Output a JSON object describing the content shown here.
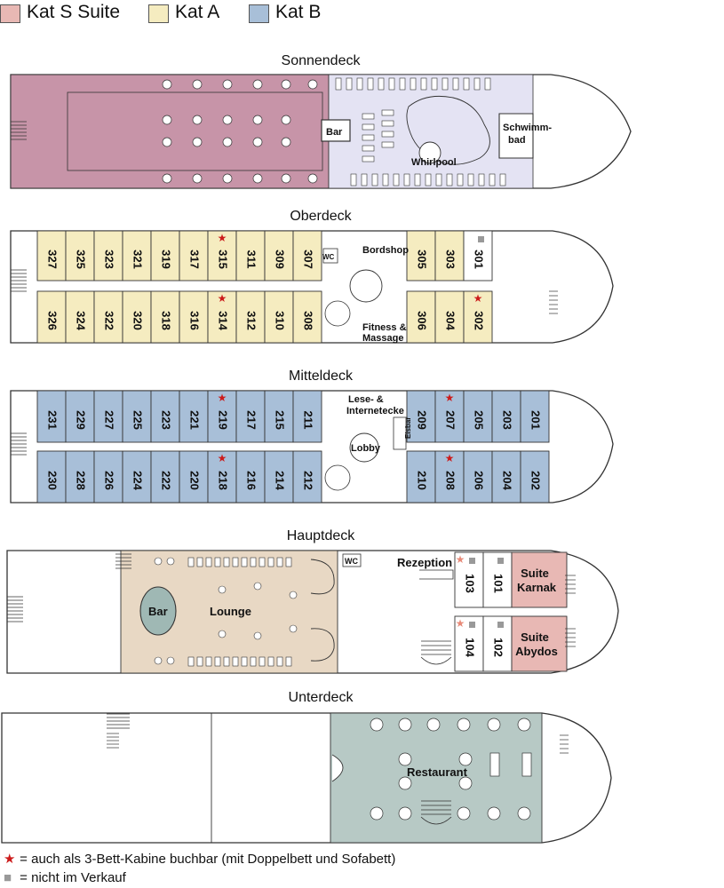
{
  "legend": [
    {
      "label": "Kat S Suite",
      "color": "#e8b8b4"
    },
    {
      "label": "Kat A",
      "color": "#f5ecc0"
    },
    {
      "label": "Kat B",
      "color": "#a8bfd8"
    }
  ],
  "colors": {
    "suite": "#e8b8b4",
    "kat_a": "#f5ecc0",
    "kat_b": "#a8bfd8",
    "sun_deck": "#c794a8",
    "pool_area": "#e4e3f3",
    "lounge": "#e8d8c4",
    "bar": "#9fb8b4",
    "restaurant": "#b7c9c5",
    "star": "#cc1b1b",
    "star_light": "#e88a78",
    "square": "#999999",
    "hull": "#ffffff",
    "stroke": "#333333"
  },
  "decks": {
    "sonnendeck": {
      "title": "Sonnendeck",
      "labels": {
        "bar": "Bar",
        "whirlpool": "Whirlpool",
        "pool_1": "Schwimm-",
        "pool_2": "bad"
      }
    },
    "oberdeck": {
      "title": "Oberdeck",
      "top_row": [
        {
          "n": "327"
        },
        {
          "n": "325"
        },
        {
          "n": "323"
        },
        {
          "n": "321"
        },
        {
          "n": "319"
        },
        {
          "n": "317"
        },
        {
          "n": "315",
          "star": true
        },
        {
          "n": "311"
        },
        {
          "n": "309"
        },
        {
          "n": "307"
        }
      ],
      "bottom_row": [
        {
          "n": "326"
        },
        {
          "n": "324"
        },
        {
          "n": "322"
        },
        {
          "n": "320"
        },
        {
          "n": "318"
        },
        {
          "n": "316"
        },
        {
          "n": "314",
          "star": true
        },
        {
          "n": "312"
        },
        {
          "n": "310"
        },
        {
          "n": "308"
        }
      ],
      "fwd_top": [
        {
          "n": "305"
        },
        {
          "n": "303"
        }
      ],
      "fwd_bottom": [
        {
          "n": "306"
        },
        {
          "n": "304"
        },
        {
          "n": "302",
          "star": true
        }
      ],
      "unsold": [
        {
          "n": "301"
        }
      ],
      "labels": {
        "wc": "WC",
        "shop": "Bordshop",
        "fitness_1": "Fitness &",
        "fitness_2": "Massage"
      }
    },
    "mitteldeck": {
      "title": "Mitteldeck",
      "top_row": [
        {
          "n": "231"
        },
        {
          "n": "229"
        },
        {
          "n": "227"
        },
        {
          "n": "225"
        },
        {
          "n": "223"
        },
        {
          "n": "221"
        },
        {
          "n": "219",
          "star": true
        },
        {
          "n": "217"
        },
        {
          "n": "215"
        },
        {
          "n": "211"
        }
      ],
      "bottom_row": [
        {
          "n": "230"
        },
        {
          "n": "228"
        },
        {
          "n": "226"
        },
        {
          "n": "224"
        },
        {
          "n": "222"
        },
        {
          "n": "220"
        },
        {
          "n": "218",
          "star": true
        },
        {
          "n": "216"
        },
        {
          "n": "214"
        },
        {
          "n": "212"
        }
      ],
      "fwd_top": [
        {
          "n": "209"
        },
        {
          "n": "207",
          "star": true
        },
        {
          "n": "205"
        },
        {
          "n": "203"
        },
        {
          "n": "201"
        }
      ],
      "fwd_bottom": [
        {
          "n": "210"
        },
        {
          "n": "208",
          "star": true
        },
        {
          "n": "206"
        },
        {
          "n": "204"
        },
        {
          "n": "202"
        }
      ],
      "labels": {
        "lese_1": "Lese- &",
        "lese_2": "Internetecke",
        "eisbar": "Eisbar",
        "lobby": "Lobby"
      }
    },
    "hauptdeck": {
      "title": "Hauptdeck",
      "unsold": [
        {
          "n": "103",
          "star": true
        },
        {
          "n": "101"
        },
        {
          "n": "104",
          "star": true
        },
        {
          "n": "102"
        }
      ],
      "suites": [
        {
          "line1": "Suite",
          "line2": "Karnak"
        },
        {
          "line1": "Suite",
          "line2": "Abydos"
        }
      ],
      "labels": {
        "bar": "Bar",
        "lounge": "Lounge",
        "wc": "WC",
        "rezeption": "Rezeption"
      }
    },
    "unterdeck": {
      "title": "Unterdeck",
      "labels": {
        "restaurant": "Restaurant"
      }
    }
  },
  "footnotes": [
    {
      "symbol": "★",
      "text": "= auch als 3-Bett-Kabine buchbar (mit Doppelbett und Sofabett)"
    },
    {
      "symbol": "■",
      "text": "= nicht im Verkauf"
    }
  ]
}
